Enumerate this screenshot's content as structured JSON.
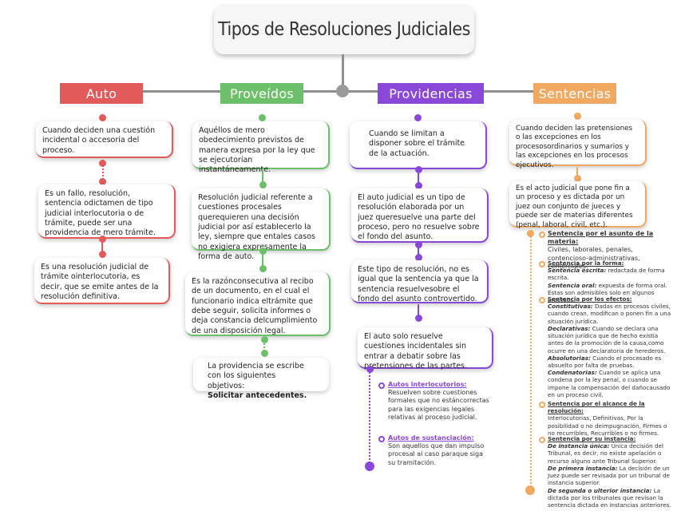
{
  "title": "Tipos de Resoluciones Judiciales",
  "colors": {
    "auto": "#e25a5a",
    "proveidos": "#6cc06a",
    "providencias": "#8a48d8",
    "sentencias": "#f1a860"
  },
  "auto": {
    "header": "Auto",
    "cards": [
      "Cuando deciden una cuestión incidental o accesoria del proceso.",
      "Es un fallo, resolución, sentencia odictamen de tipo judicial interlocutoria o de trámite, puede ser una providencia de mero trámite.",
      "Es una resolución judicial de trámite ointerlocutoria, es decir, que se emite antes de la resolución definitiva."
    ]
  },
  "proveidos": {
    "header": "Proveídos",
    "cards": [
      "Aquéllos de mero obedecimiento previstos de manera expresa por la ley que se ejecutorían instantáneamente.",
      "Resolución judicial referente a cuestiones procesales querequieren una decisión judicial por así establecerlo la ley, siempre que entales casos no exigiera expresamente la forma de auto.",
      "Es la razónconsecutiva al recibo de un documento, en el cual el funcionario indica eltrámite que debe seguir, solicita informes o deja constancia delcumplimiento de una disposición legal."
    ],
    "last_text": "La providencia se escribe con los siguientes objetivos:",
    "last_bold": "Solicitar antecedentes."
  },
  "providencias": {
    "header": "Providencias",
    "cards": [
      "Cuando se limitan a disponer sobre el trámite de la actuación.",
      "El auto judicial es un tipo de resolución elaborada por un juez queresuelve una parte del proceso, pero no resuelve sobre el fondo del asunto.",
      "Este tipo de resolución, no es igual que la sentencia ya que la sentencia resuelvesobre el fondo del asunto controvertido.",
      "El auto solo resuelve cuestiones incidentales sin entrar a debatir sobre las pretensiones de las partes."
    ],
    "items": [
      {
        "label": "Autos interlocutorios:",
        "text": " Resuelven sobre cuestiones formales que no estáncorrectas para las exigencias legales relativas al proceso judicial."
      },
      {
        "label": "Autos de sustanciación:",
        "text": "Son aquellos que dan impulso procesal al caso paraque siga su tramitación."
      }
    ]
  },
  "sentencias": {
    "header": "Sentencias",
    "cards": [
      "Cuando deciden las pretensiones o las excepciones en los procesosordinarios y sumarios y las excepciones en los procesos ejecutivos.",
      "Es el acto judicial que pone fin a un proceso y es dictada por un juez oun conjunto de jueces y puede ser de materias diferentes (penal, laboral, civil, etc.)."
    ],
    "s1": {
      "label": "Sentencia por el asunto de la materia:",
      "text": "Civiles, laborales, penales, contencioso-administrativas, comerciales."
    },
    "s2": {
      "label": "Sentencia por la forma:",
      "i1": "Sentencia escrita:",
      "t1": " redactada de forma escrita.",
      "i2": "Sentencia oral:",
      "t2": " expuesta de forma oral. Estas son admisibles solo en algunos procesos."
    },
    "s3": {
      "label": "Sentencia por los efectos:",
      "i1": "Constitutivas:",
      "t1": " Dadas en procesos civiles, cuando crean, modifican o ponen fin a una situación jurídica.",
      "i2": "Declarativas:",
      "t2": " Cuando se declara una situación jurídica que de hecho existía antes de la promoción de la causa,como ocurre en una declaratoria de herederos.",
      "i3": "Absolutorias:",
      "t3": " Cuando el procesado es absuelto por falta de pruebas.",
      "i4": "Condenatorias:",
      "t4": " Cuando se aplica una condena por la ley penal, o cuando se impone la compensación del dañocausado en un proceso civil."
    },
    "s4": {
      "label": "Sentencia por el alcance de la resolución:",
      "text": "Interlocutorias, Definitivas, Por la posibilidad o no deimpugnación, Firmes o no recurribles, Recurribles o no firmes."
    },
    "s5": {
      "label": "Sentencia por su instancia:",
      "i1": "De instancia única:",
      "t1": " Única decisión del Tribunal, es decir, no existe apelación o recurso alguno ante Tribunal Superior.",
      "i2": "De primera instancia:",
      "t2": " La decisión de un Juez puede ser revisada por un tribunal de instancia superior.",
      "i3": "De segunda o ulterior instancia:",
      "t3": " La dictada por los tribunales que revisan la sentencia dictada en instancias anteriores."
    }
  }
}
